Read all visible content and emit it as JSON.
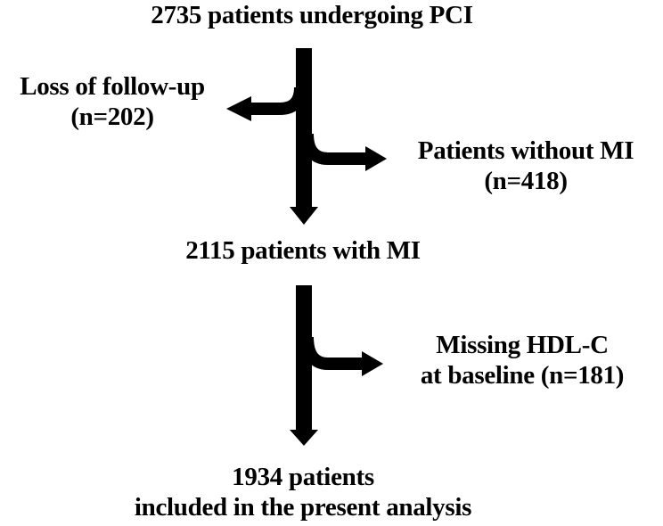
{
  "flowchart": {
    "top_box": {
      "text": "2735 patients undergoing PCI"
    },
    "exclusion_1": {
      "line1": "Loss of follow-up",
      "line2": "(n=202)"
    },
    "exclusion_2": {
      "line1": "Patients without MI",
      "line2": "(n=418)"
    },
    "middle_box": {
      "text": "2115 patients with MI"
    },
    "exclusion_3": {
      "line1": "Missing HDL-C",
      "line2": "at baseline (n=181)"
    },
    "final_box": {
      "line1": "1934 patients",
      "line2": "included in the present analysis"
    }
  },
  "colors": {
    "arrow": "#000000",
    "text": "#000000",
    "background": "#ffffff"
  }
}
